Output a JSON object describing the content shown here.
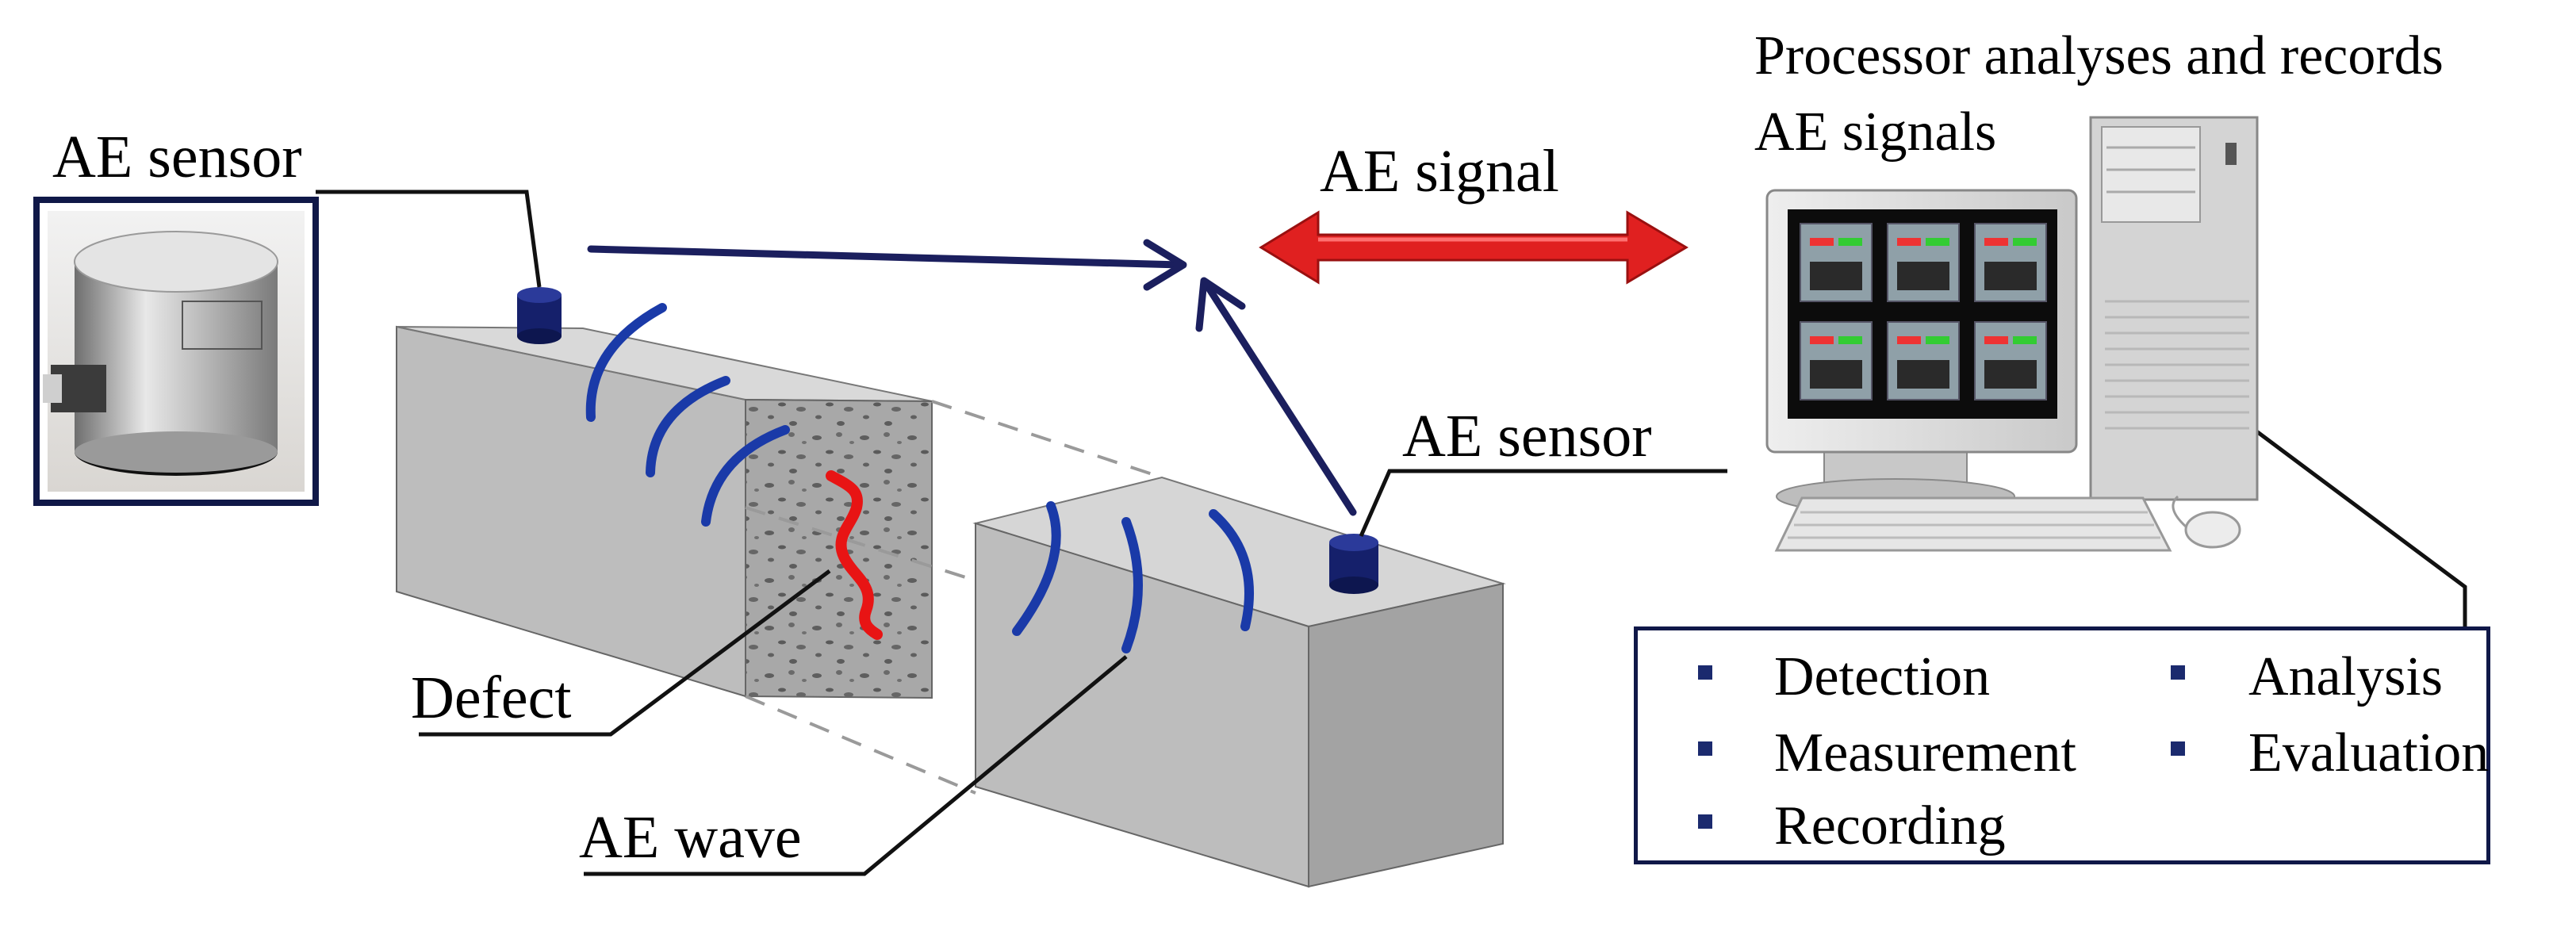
{
  "labels": {
    "sensor_left": "AE sensor",
    "sensor_right": "AE sensor",
    "signal": "AE signal",
    "processor_line1": "Processor analyses and records",
    "processor_line2": "AE signals",
    "defect": "Defect",
    "wave": "AE wave"
  },
  "functions": [
    "Detection",
    "Analysis",
    "Measurement",
    "Evaluation",
    "Recording"
  ],
  "colors": {
    "arrow_navy": "#1b1f5e",
    "signal_red": "#e02020",
    "wave_blue": "#1a3aa8",
    "sensor_navy": "#15206b",
    "defect_red": "#e81414",
    "block_top": "#d6d6d6",
    "block_front": "#bdbdbd",
    "block_side": "#9e9e9e"
  }
}
